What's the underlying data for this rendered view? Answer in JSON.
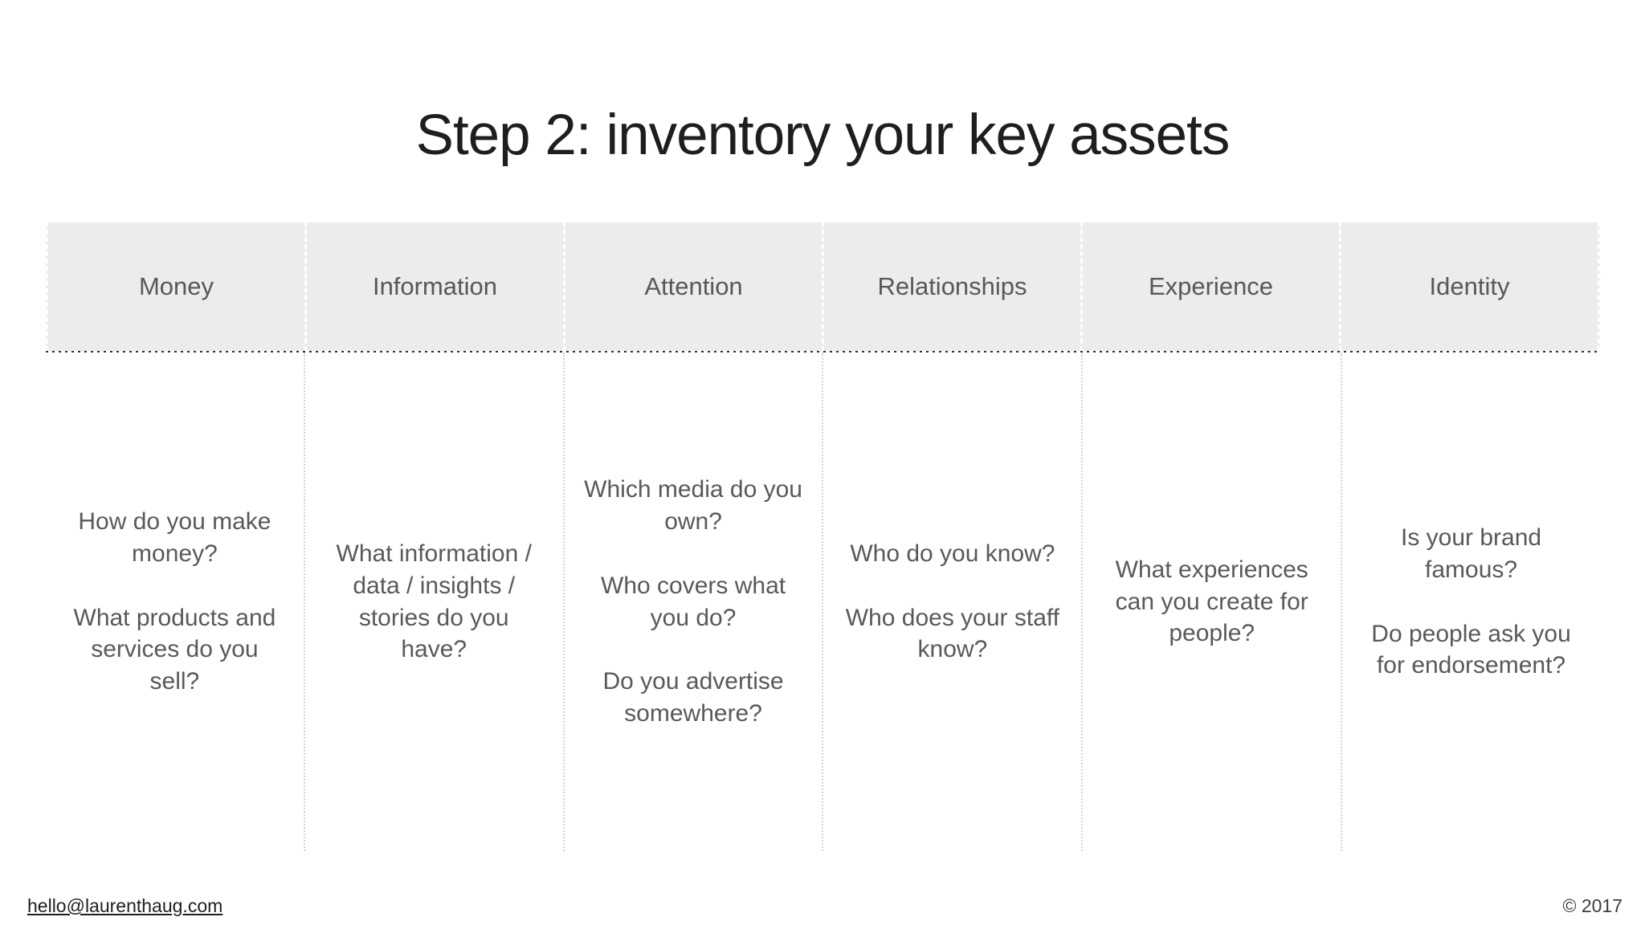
{
  "slide": {
    "title": "Step 2: inventory your key assets",
    "table": {
      "columns": [
        {
          "header": "Money",
          "questions": [
            "How do you make\nmoney?",
            "What products and\nservices do you\nsell?"
          ]
        },
        {
          "header": "Information",
          "questions": [
            "What information /\ndata / insights /\nstories do you\nhave?"
          ]
        },
        {
          "header": "Attention",
          "questions": [
            "Which media do you\nown?",
            "Who covers what\nyou do?",
            "Do you advertise\nsomewhere?"
          ]
        },
        {
          "header": "Relationships",
          "questions": [
            "Who do you know?",
            "Who does your staff\nknow?"
          ]
        },
        {
          "header": "Experience",
          "questions": [
            "What experiences\ncan you create for\npeople?"
          ]
        },
        {
          "header": "Identity",
          "questions": [
            "Is your brand\nfamous?",
            "Do people ask you\nfor endorsement?"
          ]
        }
      ]
    },
    "footer": {
      "email": "hello@laurenthaug.com",
      "copyright": "© 2017"
    },
    "colors": {
      "header_bg": "#ececec",
      "body_text": "#595959",
      "title_text": "#1e1e1e"
    }
  }
}
